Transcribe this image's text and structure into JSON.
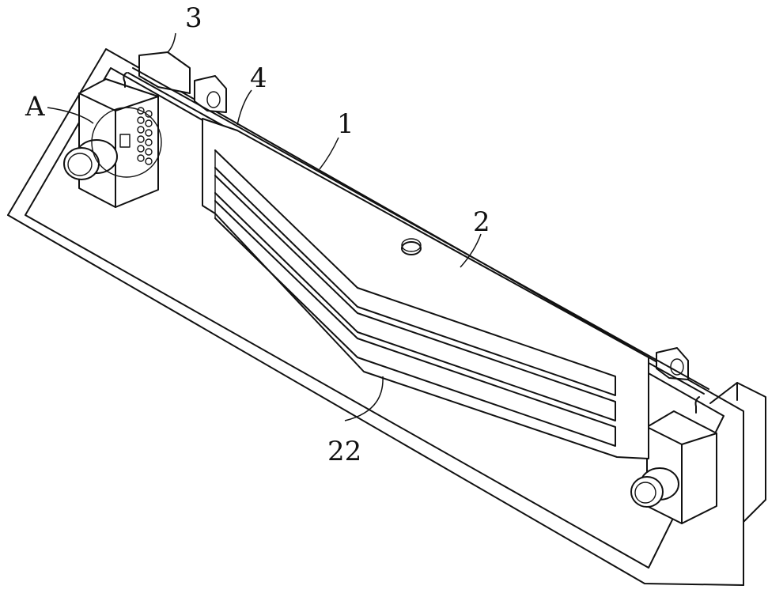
{
  "figure": {
    "labels": {
      "l3": "3",
      "l4": "4",
      "lA": "A",
      "l1": "1",
      "l2": "2",
      "l22": "22"
    }
  }
}
